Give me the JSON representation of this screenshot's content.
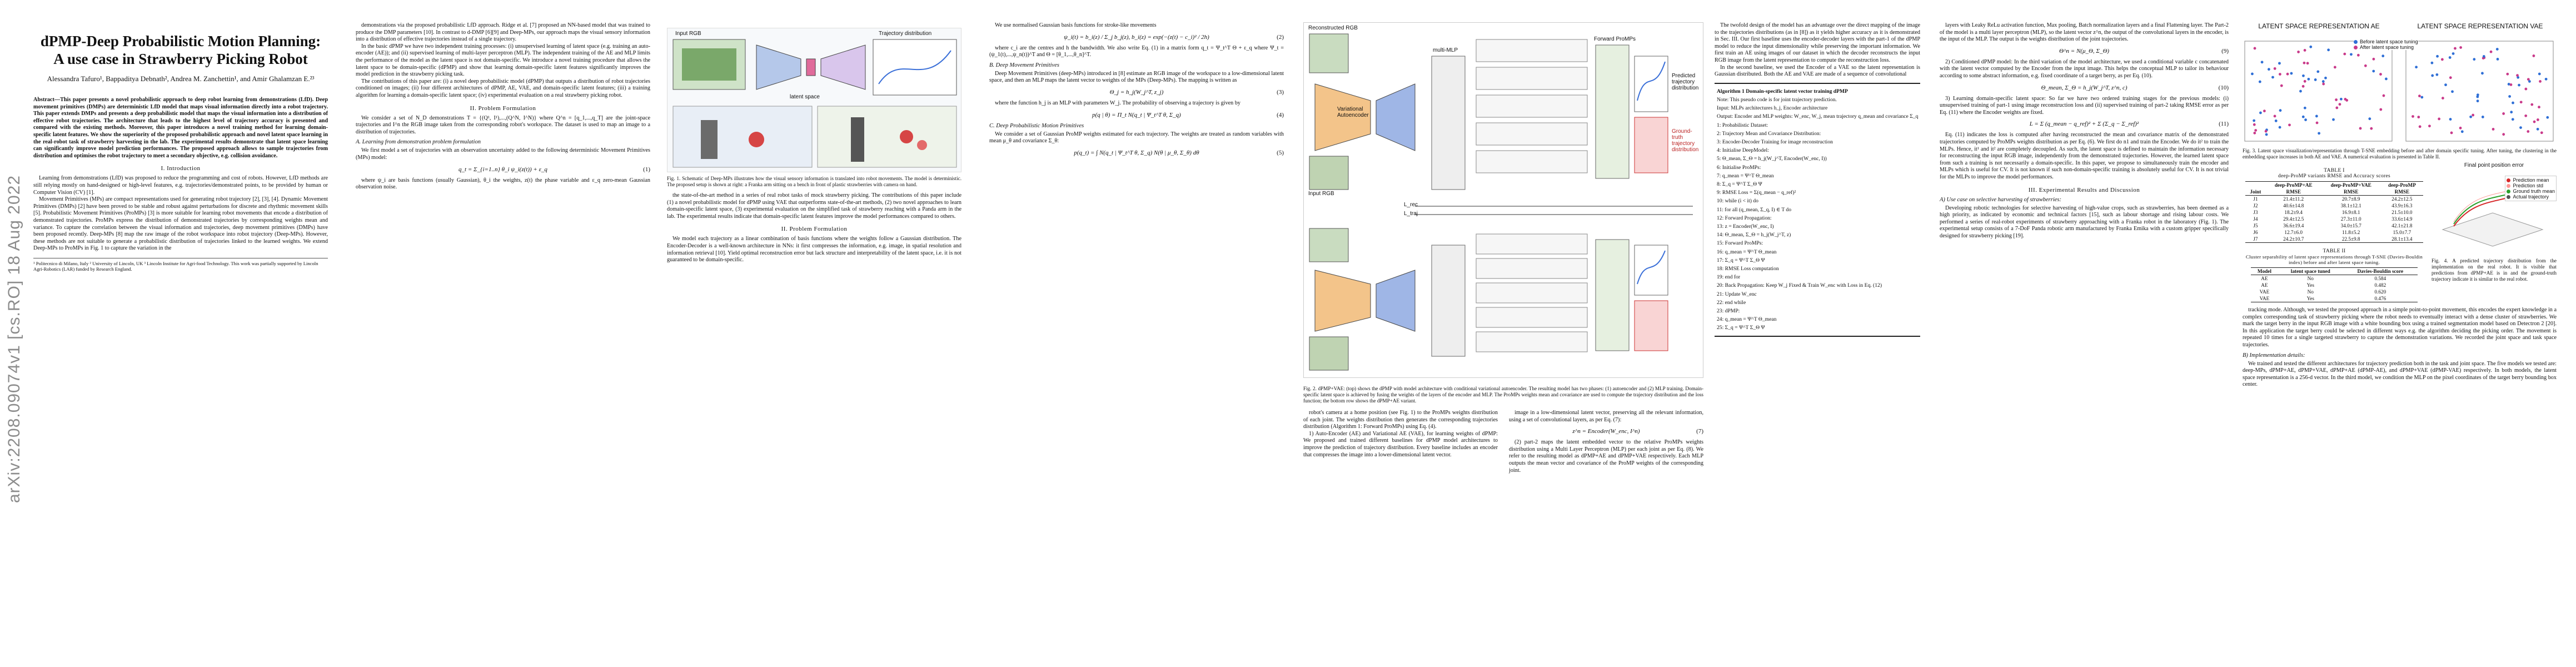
{
  "stamp": "arXiv:2208.09074v1  [cs.RO]  18 Aug 2022",
  "p1": {
    "title_1": "dPMP-Deep Probabilistic Motion Planning:",
    "title_2": "A use case in Strawberry Picking Robot",
    "authors": "Alessandra Tafuro¹, Bappaditya Debnath², Andrea M. Zanchettin¹, and Amir Ghalamzan E.²³",
    "abstract": "Abstract—This paper presents a novel probabilistic approach to deep robot learning from demonstrations (LfD). Deep movement primitives (DMPs) are deterministic LfD model that maps visual information directly into a robot trajectory. This paper extends DMPs and presents a deep probabilistic model that maps the visual information into a distribution of effective robot trajectories. The architecture that leads to the highest level of trajectory accuracy is presented and compared with the existing methods. Moreover, this paper introduces a novel training method for learning domain-specific latent features. We show the superiority of the proposed probabilistic approach and novel latent space learning in the real-robot task of strawberry harvesting in the lab. The experimental results demonstrate that latent space learning can significantly improve model prediction performances. The proposed approach allows to sample trajectories from distribution and optimises the robot trajectory to meet a secondary objective, e.g. collision avoidance.",
    "sec1": "I. Introduction",
    "intro_1": "Learning from demonstrations (LfD) was proposed to reduce the programming and cost of robots. However, LfD methods are still relying mostly on hand-designed or high-level features, e.g. trajectories/demonstrated points, to be provided by human or Computer Vision (CV) [1].",
    "intro_2": "Movement Primitives (MPs) are compact representations used for generating robot trajectory [2], [3], [4]. Dynamic Movement Primitives (DMPs) [2] have been proved to be stable and robust against perturbations for discrete and rhythmic movement skills [5]. Probabilistic Movement Primitives (ProMPs) [3] is more suitable for learning robot movements that encode a distribution of demonstrated trajectories. ProMPs express the distribution of demonstrated trajectories by corresponding weights mean and variance. To capture the correlation between the visual information and trajectories, deep movement primitives (DMPs) have been proposed recently. Deep-MPs [8] map the raw image of the robot workspace into robot trajectory (Deep-MPs). However, these methods are not suitable to generate a probabilistic distribution of trajectories linked to the learned weights. We extend Deep-MPs to ProMPs in Fig. 1 to capture the variation in the",
    "intro_r1": "demonstrations via the proposed probabilistic LfD approach. Ridge et al. [7] proposed an NN-based model that was trained to produce the DMP parameters [10]. In contrast to d-DMP [6][9] and Deep-MPs, our approach maps the visual sensory information into a distribution of effective trajectories instead of a single trajectory.",
    "intro_r2": "In the basic dPMP we have two independent training processes: (i) unsupervised learning of latent space (e.g. training an auto-encoder (AE)); and (ii) supervised learning of multi-layer perceptron (MLP). The independent training of the AE and MLP limits the performance of the model as the latent space is not domain-specific. We introduce a novel training procedure that allows the latent space to be domain-specific (dPMP) and show that learning domain-specific latent features significantly improves the model prediction in the strawberry picking task.",
    "intro_r3": "The contributions of this paper are: (i) a novel deep probabilistic model (dPMP) that outputs a distribution of robot trajectories conditioned on images; (ii) four different architectures of dPMP, AE, VAE, and domain-specific latent features; (iii) a training algorithm for learning a domain-specific latent space; (iv) experimental evaluation on a real strawberry picking robot.",
    "sec2": "II. Problem Formulation",
    "prob_1": "We consider a set of N_D demonstrations T = {(Q¹, I¹),...,(Q^N, I^N)} where Q^n = [q_1,...,q_T] are the joint-space trajectories and I^n the RGB image taken from the corresponding robot's workspace. The dataset is used to map an image to a distribution of trajectories.",
    "subA": "A. Learning from demonstration problem formulation",
    "prob_2": "We first model a set of trajectories with an observation uncertainty added to the following deterministic Movement Primitives (MPs) model:",
    "eq1": "q_t = Σ_{i=1..n} θ_i ψ_i(z(t)) + ε_q",
    "eq1_num": "(1)",
    "prob_3": "where ψ_i are basis functions (usually Gaussian), θ_i the weights, z(t) the phase variable and ε_q zero-mean Gaussian observation noise.",
    "footnote": "¹ Politecnico di Milano, Italy  ² University of Lincoln, UK  ³ Lincoln Institute for Agri-food Technology. This work was partially supported by Lincoln Agri-Robotics (LAR) funded by Research England."
  },
  "p2": {
    "fig1_labels": {
      "input": "Input RGB",
      "latent": "latent space",
      "output": "Trajectory distribution"
    },
    "fig1_caption": "Fig. 1. Schematic of Deep-MPs illustrates how the visual sensory information is translated into robot movements. The model is deterministic. The proposed setup is shown at right: a Franka arm sitting on a bench in front of plastic strawberries with camera on hand.",
    "left_1": "the state-of-the-art method in a series of real robot tasks of mock strawberry picking. The contributions of this paper include (1) a novel probabilistic model for dPMP using VAE that outperforms state-of-the-art methods, (2) two novel approaches to learn domain-specific latent space, (3) experimental evaluation on the simplified task of strawberry reaching with a Panda arm in the lab. The experimental results indicate that domain-specific latent features improve the model performances compared to others.",
    "sec3": "II. Problem Formulation",
    "left_2": "We model each trajectory as a linear combination of basis functions where the weights follow a Gaussian distribution. The Encoder-Decoder is a well-known architecture in NNs: it first compresses the information, e.g. image, in spatial resolution and information retrieval [10]. Yield optimal reconstruction error but lack structure and interpretability of the latent space, i.e. it is not guaranteed to be domain-specific.",
    "right_1": "We use normalised Gaussian basis functions for stroke-like movements",
    "eq2": "ψ_i(t) = b_i(z) / Σ_j b_j(z),   b_i(z) = exp(−(z(t) − c_i)² / 2h)",
    "eq2_num": "(2)",
    "right_2": "where c_i are the centres and h the bandwidth. We also write Eq. (1) in a matrix form q_t = Ψ_t^T Θ + ε_q where Ψ_t = (ψ_1(t),...,ψ_n(t))^T and Θ = [θ_1,...,θ_n]^T.",
    "subB": "B. Deep Movement Primitives",
    "right_3": "Deep Movement Primitives (deep-MPs) introduced in [8] estimate an RGB image of the workspace to a low-dimensional latent space, and then an MLP maps the latent vector to weights of the MPs (Deep-MPs). The mapping is written as",
    "eq3": "Θ_j = h_j(W_j^T, z_j)",
    "eq3_num": "(3)",
    "right_4": "where the function h_j is an MLP with parameters W_j. The probability of observing a trajectory is given by",
    "eq4": "p(q | θ) = Π_t N(q_t | Ψ_t^T θ, Σ_q)",
    "eq4_num": "(4)",
    "subC": "C. Deep Probabilistic Motion Primitives",
    "right_5": "We consider a set of Gaussian ProMP weights estimated for each trajectory. The weights are treated as random variables with mean μ_θ and covariance Σ_θ:",
    "eq5": "p(q_t) = ∫ N(q_t | Ψ_t^T θ, Σ_q) N(θ | μ_θ, Σ_θ) dθ",
    "eq5_num": "(5)"
  },
  "p3": {
    "fig2_labels": {
      "recon": "Reconstructed RGB",
      "vae": "Variational Autoencoder",
      "input": "Input RGB",
      "mlp": "multi-MLP",
      "promp": "Forward ProMPs",
      "pred": "Predicted trajectory distribution",
      "gt": "Ground-truth trajectory distribution",
      "loss_rec": "L_rec",
      "loss_traj": "L_traj"
    },
    "fig2_caption": "Fig. 2. dPMP+VAE: (top) shows the dPMP with model architecture with conditional variational autoencoder. The resulting model has two phases: (1) autoencoder and (2) MLP training. Domain-specific latent space is achieved by fusing the weights of the layers of the encoder and MLP. The ProMPs weights mean and covariance are used to compute the trajectory distribution and the loss function; the bottom row shows the dPMP+AE variant.",
    "left_1": "robot's camera at a home position (see Fig. 1) to the ProMPs weights distribution of each joint. The weights distribution then generates the corresponding trajectories distribution (Algorithm 1: Forward ProMPs) using Eq. (4).",
    "left_2": "1) Auto-Encoder (AE) and Variational AE (VAE), for learning weights of dPMP: We proposed and trained different baselines for dPMP model architectures to improve the prediction of trajectory distribution. Every baseline includes an encoder that compresses the image into a lower-dimensional latent vector.",
    "right_1": "image in a low-dimensional latent vector, preserving all the relevant information, using a set of convolutional layers, as per Eq. (7):",
    "eq7": "z^n = Encoder(W_enc, I^n)",
    "eq7_num": "(7)",
    "right_2": "(2) part-2 maps the latent embedded vector to the relative ProMPs weights distribution using a Multi Layer Perceptron (MLP) per each joint as per Eq. (8). We refer to the resulting model as dPMP+AE and dPMP+VAE respectively. Each MLP outputs the mean vector and covariance of the ProMP weights of the corresponding joint.",
    "text_r1": "The twofold design of the model has an advantage over the direct mapping of the image to the trajectories distributions (as in [8]) as it yields higher accuracy as it is demonstrated in Sec. III. Our first baseline uses the encoder-decoder layers with the part-1 of the dPMP model to reduce the input dimensionality while preserving the important information. We first train an AE using images of our dataset in which the decoder reconstructs the input RGB image from the latent representation to compute the reconstruction loss.",
    "text_r2": "In the second baseline, we used the Encoder of a VAE so the latent representation is Gaussian distributed. Both the AE and VAE are made of a sequence of convolutional",
    "algo_title": "Algorithm 1 Domain-specific latent vector training dPMP",
    "algo_lines": [
      "Note: This pseudo code is for joint trajectory prediction.",
      "Input: MLPs architectures h_j, Encoder architecture",
      "Output: Encoder and MLP weights: W_enc, W_j, mean trajectory q_mean and covariance Σ_q",
      "1: Probabilistic Dataset:",
      "2: Trajectory Mean and Covariance Distribution:",
      "3: Encoder-Decoder Training for image reconstruction",
      "4: Initialise DeepModel:",
      "5:   Θ_mean, Σ_Θ = h_j(W_j^T, Encoder(W_enc, I))",
      "6: Initialise ProMPs:",
      "7:   q_mean = Ψ^T Θ_mean",
      "8:   Σ_q = Ψ^T Σ_Θ Ψ",
      "9: RMSE Loss = Σ(q_mean − q_ref)²",
      "10: while (i < it) do",
      "11:   for all (q_mean, Σ_q, I) ∈ T do",
      "12:     Forward Propagation:",
      "13:       z = Encoder(W_enc, I)",
      "14:       Θ_mean, Σ_Θ = h_j(W_j^T, z)",
      "15:     Forward ProMPs:",
      "16:       q_mean = Ψ^T Θ_mean",
      "17:       Σ_q = Ψ^T Σ_Θ Ψ",
      "18:     RMSE Loss computation",
      "19:   end for",
      "20:   Back Propagation: Keep W_j Fixed & Train W_enc with Loss in Eq. (12)",
      "21:   Update W_enc",
      "22: end while",
      "23: dPMP:",
      "24:   q_mean = Ψ^T Θ_mean",
      "25:   Σ_q = Ψ^T Σ_Θ Ψ"
    ]
  },
  "p4": {
    "text_l1": "layers with Leaky ReLu activation function, Max pooling, Batch normalization layers and a final Flattening layer. The Part-2 of the model is a multi layer perceptron (MLP), so the latent vector z^n, the output of the convolutional layers in the encoder, is the input of the MLP. The output is the weights distribution of the joint trajectories.",
    "eq9": "Θ^n = N(μ_Θ, Σ_Θ)",
    "eq9_num": "(9)",
    "text_l2": "2) Conditioned dPMP model: In the third variation of the model architecture, we used a conditional variable c concatenated with the latent vector computed by the Encoder from the input image. This helps the conceptual MLP to tailor its behaviour according to some abstract information, e.g. fixed coordinate of a target berry, as per Eq. (10).",
    "eq10": "Θ_mean, Σ_Θ = h_j(W_j^T, z^n, c)",
    "eq10_num": "(10)",
    "text_l3": "3) Learning domain-specific latent space: So far we have two ordered training stages for the previous models: (i) unsupervised training of part-1 using image reconstruction loss and (ii) supervised training of part-2 taking RMSE error as per Eq. (11) where the Encoder weights are fixed.",
    "eq11": "L = Σ (q_mean − q_ref)² + Σ (Σ_q − Σ_ref)²",
    "eq11_num": "(11)",
    "text_l4": "Eq. (11) indicates the loss is computed after having reconstructed the mean and covariance matrix of the demonstrated trajectories computed by ProMPs weights distribution as per Eq. (6). We first do n1 and train the Encoder. We do it² to train the MLPs. Hence, it¹ and it² are completely decoupled. As such, the latent space is defined to maintain the information necessary for reconstructing the input RGB image, independently from the demonstrated trajectories. However, the learned latent space from such a training is not necessarily a domain-specific. In this paper, we propose to simultaneously train the encoder and MLPs which is useful for CV. It is not known if such non-domain-specific training is absolutely useful for CV. It is not trivial for the MLPs to improve the model performances.",
    "sec3": "III. Experimental Results and Discussion",
    "subA": "A) Use case on selective harvesting of strawberries:",
    "text_l5": "Developing robotic technologies for selective harvesting of high-value crops, such as strawberries, has been deemed as a high priority, as indicated by economic and technical factors [15], such as labour shortage and rising labour costs. We performed a series of real-robot experiments of strawberry approaching with a Franka robot in the laboratory (Fig. 1). The experimental setup consists of a 7-DoF Panda robotic arm manufactured by Franka Emika with a custom gripper specifically designed for strawberry picking [19].",
    "scatter1_title": "LATENT SPACE REPRESENTATION AE",
    "scatter2_title": "LATENT SPACE REPRESENTATION VAE",
    "legend": [
      "Before latent space tuning",
      "After latent space tuning"
    ],
    "fig3_caption": "Fig. 3. Latent space visualization/representation through T-SNE embedding before and after domain specific tuning. After tuning, the clustering in the embedding space increases in both AE and VAE. A numerical evaluation is presented in Table II.",
    "table1_title": "TABLE I",
    "table1_sub": "deep-ProMP variants RMSE and Accuracy scores",
    "table1_head": [
      "",
      "deep-ProMP+AE",
      "deep-ProMP+VAE",
      "deep-ProMP"
    ],
    "table1_sub_head": [
      "Joint",
      "RMSE",
      "RMSE",
      "RMSE"
    ],
    "table1_rows": [
      [
        "J1",
        "21.4±11.2",
        "20.7±8.9",
        "24.2±12.5"
      ],
      [
        "J2",
        "40.6±14.8",
        "38.1±12.1",
        "43.9±16.3"
      ],
      [
        "J3",
        "18.2±9.4",
        "16.9±8.1",
        "21.5±10.0"
      ],
      [
        "J4",
        "29.4±12.5",
        "27.3±11.0",
        "33.6±14.9"
      ],
      [
        "J5",
        "36.6±19.4",
        "34.0±15.7",
        "42.1±21.8"
      ],
      [
        "J6",
        "12.7±6.0",
        "11.8±5.2",
        "15.0±7.7"
      ],
      [
        "J7",
        "24.2±10.7",
        "22.5±9.8",
        "28.1±13.4"
      ]
    ],
    "fig4_caption": "Fig. 4. A predicted trajectory distribution from the implementation on the real robot. It is visible that predictions from dPMP+AE is in and the ground-truth trajectory indicate it is similar to the real robot.",
    "fig4_labels": [
      "Prediction mean",
      "Prediction std",
      "Ground truth mean",
      "Actual trajectory"
    ],
    "fig4_title": "Final point position error",
    "table2_title": "TABLE II",
    "table2_sub": "Cluster separability of latent space representations through T-SNE (Davies-Bouldin index) before and after latent space tuning.",
    "table2_head": [
      "Model",
      "latent space tuned",
      "Davies-Bouldin score"
    ],
    "table2_rows": [
      [
        "AE",
        "No",
        "0.584"
      ],
      [
        "AE",
        "Yes",
        "0.482"
      ],
      [
        "VAE",
        "No",
        "0.620"
      ],
      [
        "VAE",
        "Yes",
        "0.476"
      ]
    ],
    "text_r1": "tracking mode. Although, we tested the proposed approach in a simple point-to-point movement, this encodes the expert knowledge in a complex corresponding task of strawberry picking where the robot needs to eventually interact with a dense cluster of strawberries. We mark the target berry in the input RGB image with a white bounding box using a trained segmentation model based on Detectron 2 [20]. In this application the target berry could be selected in different ways e.g. the algorithm deciding the picking order. The movement is repeated 10 times for a single targeted strawberry to capture the demonstration variations. We recorded the joint space and task space trajectories.",
    "subB": "B) Implementation details:",
    "text_r2": "We trained and tested the different architectures for trajectory prediction both in the task and joint space. The five models we tested are: deep-MPs, dPMP+AE, dPMP+VAE, dPMP+AE (dPMP-AE), and dPMP+VAE (dPMP-VAE) respectively. In both models, the latent space representation is a 256-d vector. In the third model, we condition the MLP on the pixel coordinates of the target berry bounding box center."
  }
}
